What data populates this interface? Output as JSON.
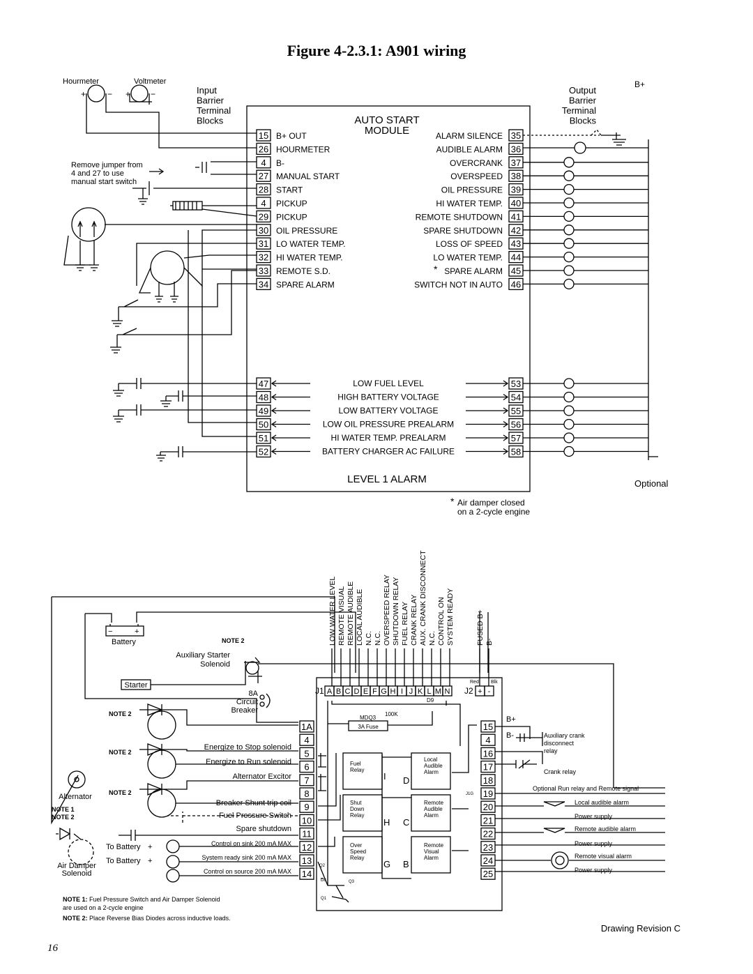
{
  "title": "Figure 4-2.3.1: A901 wiring",
  "page_number": "16",
  "top": {
    "hourmeter": "Hourmeter",
    "voltmeter": "Voltmeter",
    "input_block": [
      "Input",
      "Barrier",
      "Terminal",
      "Blocks"
    ],
    "output_block": [
      "Output",
      "Barrier",
      "Terminal",
      "Blocks"
    ],
    "b_plus": "B+",
    "module_title": [
      "AUTO START",
      "MODULE"
    ],
    "jumper_note": [
      "Remove jumper from",
      "4 and 27 to use",
      "manual start switch"
    ],
    "left_terms": [
      {
        "num": "15",
        "label": "B+ OUT"
      },
      {
        "num": "26",
        "label": "HOURMETER"
      },
      {
        "num": "4",
        "label": "B-"
      },
      {
        "num": "27",
        "label": "MANUAL START"
      },
      {
        "num": "28",
        "label": "START"
      },
      {
        "num": "4",
        "label": "PICKUP"
      },
      {
        "num": "29",
        "label": "PICKUP"
      },
      {
        "num": "30",
        "label": "OIL PRESSURE"
      },
      {
        "num": "31",
        "label": "LO WATER TEMP."
      },
      {
        "num": "32",
        "label": "HI WATER TEMP."
      },
      {
        "num": "33",
        "label": "REMOTE S.D."
      },
      {
        "num": "34",
        "label": "SPARE ALARM"
      }
    ],
    "right_terms": [
      {
        "num": "35",
        "label": "ALARM SILENCE"
      },
      {
        "num": "36",
        "label": "AUDIBLE ALARM"
      },
      {
        "num": "37",
        "label": "OVERCRANK"
      },
      {
        "num": "38",
        "label": "OVERSPEED"
      },
      {
        "num": "39",
        "label": "OIL PRESSURE"
      },
      {
        "num": "40",
        "label": "HI WATER TEMP."
      },
      {
        "num": "41",
        "label": "REMOTE SHUTDOWN"
      },
      {
        "num": "42",
        "label": "SPARE SHUTDOWN"
      },
      {
        "num": "43",
        "label": "LOSS OF SPEED"
      },
      {
        "num": "44",
        "label": "LO WATER TEMP."
      },
      {
        "num": "45",
        "label": "SPARE ALARM"
      },
      {
        "num": "46",
        "label": "SWITCH NOT IN AUTO"
      }
    ],
    "alarm_rows": [
      {
        "left": "47",
        "label": "LOW FUEL LEVEL",
        "right": "53"
      },
      {
        "left": "48",
        "label": "HIGH BATTERY VOLTAGE",
        "right": "54"
      },
      {
        "left": "49",
        "label": "LOW BATTERY VOLTAGE",
        "right": "55"
      },
      {
        "left": "50",
        "label": "LOW OIL PRESSURE PREALARM",
        "right": "56"
      },
      {
        "left": "51",
        "label": "HI WATER TEMP. PREALARM",
        "right": "57"
      },
      {
        "left": "52",
        "label": "BATTERY CHARGER AC FAILURE",
        "right": "58"
      }
    ],
    "level_alarm": "LEVEL 1 ALARM",
    "optional": "Optional",
    "asterisk": "*",
    "air_damper_note": [
      "Air damper closed",
      "on a 2-cycle engine"
    ]
  },
  "bottom": {
    "vertical_labels": [
      "LOW WATER LEVEL",
      "REMOTE VISUAL",
      "REMOTE AUDIBLE",
      "LOCAL AUDIBLE",
      "N.C.",
      "N.C.",
      "OVERSPEED RELAY",
      "SHUTDOWN RELAY",
      "FUEL RELAY",
      "CRANK RELAY",
      "AUX. CRANK DISCONNECT",
      "N.C.",
      "CONTROL ON",
      "SYSTEM READY",
      "FUSED B+",
      "B-"
    ],
    "j1": "J1",
    "j1_pins": [
      "A",
      "B",
      "C",
      "D",
      "E",
      "F",
      "G",
      "H",
      "I",
      "J",
      "K",
      "L",
      "M",
      "N"
    ],
    "j2": "J2",
    "j2_pins": [
      "+",
      "-"
    ],
    "red": "Red",
    "blk": "Blk",
    "battery": "Battery",
    "battery_minus": "−",
    "battery_plus": "+",
    "note2": "NOTE 2",
    "note1": "NOTE 1",
    "aux_starter": [
      "Auxiliary Starter",
      "Solenoid"
    ],
    "starter": "Starter",
    "breaker": [
      "8A",
      "Circuit",
      "Breaker"
    ],
    "alternator": "Alternator",
    "air_damper": [
      "Air Damper",
      "Solenoid"
    ],
    "left_terms": [
      "1A",
      "4",
      "5",
      "6",
      "7",
      "8",
      "9",
      "10",
      "11",
      "12",
      "13",
      "14"
    ],
    "right_terms": [
      "15",
      "4",
      "16",
      "17",
      "18",
      "19",
      "20",
      "21",
      "22",
      "23",
      "24",
      "25"
    ],
    "load_labels": [
      "Energize to Stop solenoid",
      "Energize to Run solenoid",
      "Alternator Excitor",
      "Breaker Shunt trip coil",
      "Fuel Pressure Switch",
      "Spare shutdown",
      "Control on sink 200 mA MAX",
      "System ready sink 200 mA MAX",
      "Control on source 200 mA MAX"
    ],
    "to_battery": [
      "To Battery",
      "To Battery"
    ],
    "plus": "+",
    "relays": [
      {
        "lines": [
          "Fuel",
          "Relay"
        ]
      },
      {
        "lines": [
          "Shut",
          "Down",
          "Relay"
        ]
      },
      {
        "lines": [
          "Over",
          "Speed",
          "Relay"
        ]
      },
      {
        "lines": [
          "Local",
          "Audible",
          "Alarm"
        ]
      },
      {
        "lines": [
          "Remote",
          "Audible",
          "Alarm"
        ]
      },
      {
        "lines": [
          "Remote",
          "Visual",
          "Alarm"
        ]
      }
    ],
    "relay_letters": [
      "I",
      "D",
      "H",
      "C",
      "G",
      "B"
    ],
    "mdq3": "MDQ3",
    "r100k": "100K",
    "fuse": "3A Fuse",
    "d9": "D9",
    "q2": "Q2",
    "d8": "D8",
    "q3": "Q3",
    "q1": "Q1",
    "j1g": "J1G",
    "bplus": "B+",
    "bminus": "B-",
    "right_labels": [
      "Auxiliary crank",
      "disconnect",
      "relay"
    ],
    "crank_relay": "Crank relay",
    "optional_run": "Optional Run relay and Remote signal",
    "right_small": [
      "Local audible alarm",
      "Power supply",
      "Remote audible alarm",
      "Power supply",
      "Remote visual alarm",
      "Power supply"
    ],
    "footnote1_bold": "NOTE 1:",
    "footnote1": [
      " Fuel Pressure Switch and Air Damper Solenoid",
      "are used on a 2-cycle engine"
    ],
    "footnote2_bold": "NOTE 2:",
    "footnote2": " Place Reverse Bias Diodes across inductive loads.",
    "revision": "Drawing Revision C"
  }
}
